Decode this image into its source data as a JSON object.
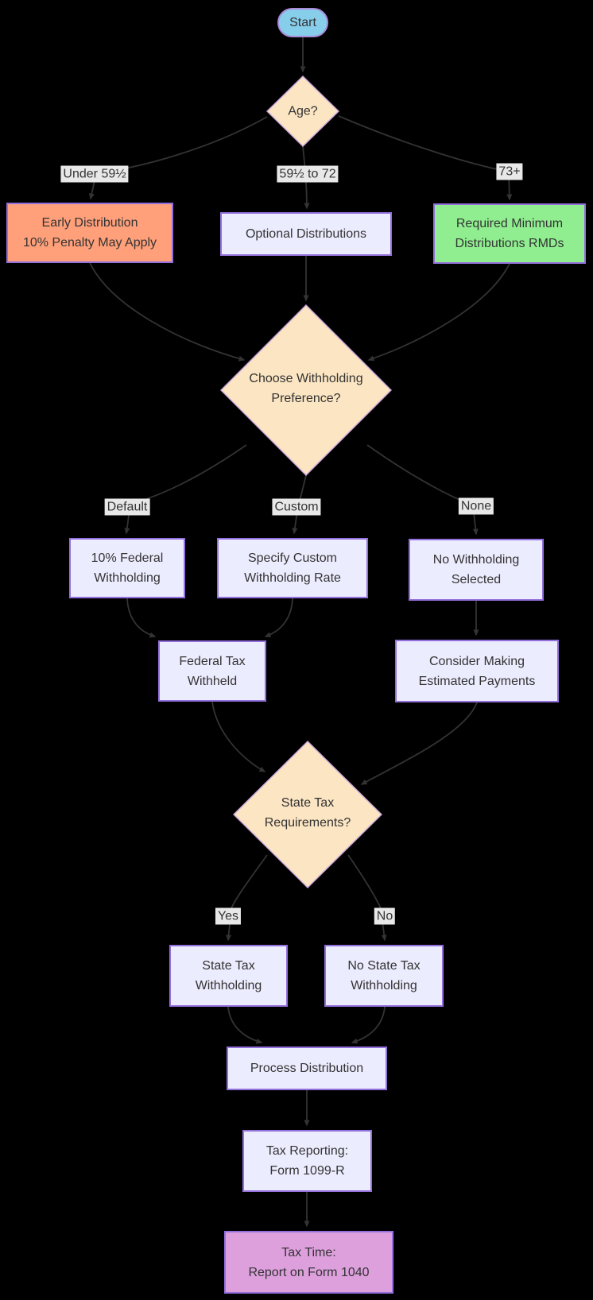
{
  "nodes": {
    "start": {
      "label": "Start"
    },
    "age_decision": {
      "line1": "Age?"
    },
    "early_distribution": {
      "line1": "Early Distribution",
      "line2": "10% Penalty May Apply"
    },
    "optional_distributions": {
      "line1": "Optional Distributions"
    },
    "rmd": {
      "line1": "Required Minimum",
      "line2": "Distributions RMDs"
    },
    "choose_withholding": {
      "line1": "Choose Withholding",
      "line2": "Preference?"
    },
    "federal_10": {
      "line1": "10% Federal",
      "line2": "Withholding"
    },
    "specify_custom": {
      "line1": "Specify Custom",
      "line2": "Withholding Rate"
    },
    "no_withholding": {
      "line1": "No Withholding",
      "line2": "Selected"
    },
    "federal_tax_withheld": {
      "line1": "Federal Tax",
      "line2": "Withheld"
    },
    "estimated_payments": {
      "line1": "Consider Making",
      "line2": "Estimated Payments"
    },
    "state_tax_decision": {
      "line1": "State Tax",
      "line2": "Requirements?"
    },
    "state_tax_withholding": {
      "line1": "State Tax",
      "line2": "Withholding"
    },
    "no_state_tax": {
      "line1": "No State Tax",
      "line2": "Withholding"
    },
    "process_distribution": {
      "line1": "Process Distribution"
    },
    "tax_reporting": {
      "line1": "Tax Reporting:",
      "line2": "Form 1099-R"
    },
    "tax_time": {
      "line1": "Tax Time:",
      "line2": "Report on Form 1040"
    }
  },
  "edge_labels": {
    "under_59half": "Under 59½",
    "between_59half_72": "59½ to 72",
    "age_73_plus": "73+",
    "default": "Default",
    "custom": "Custom",
    "none": "None",
    "yes": "Yes",
    "no": "No"
  },
  "colors": {
    "background": "#000000",
    "node_fill": "#ECECFF",
    "node_border": "#9370DB",
    "start_fill": "#87CEEB",
    "decision_fill": "#FBE5C2",
    "decision_border": "#CBA6DD",
    "early_distribution_fill": "#FFA07A",
    "rmd_fill": "#90EE90",
    "tax_time_fill": "#DDA0DD",
    "edge_color": "#333333",
    "edge_label_background": "#E8E8E8",
    "text_color": "#333333"
  }
}
